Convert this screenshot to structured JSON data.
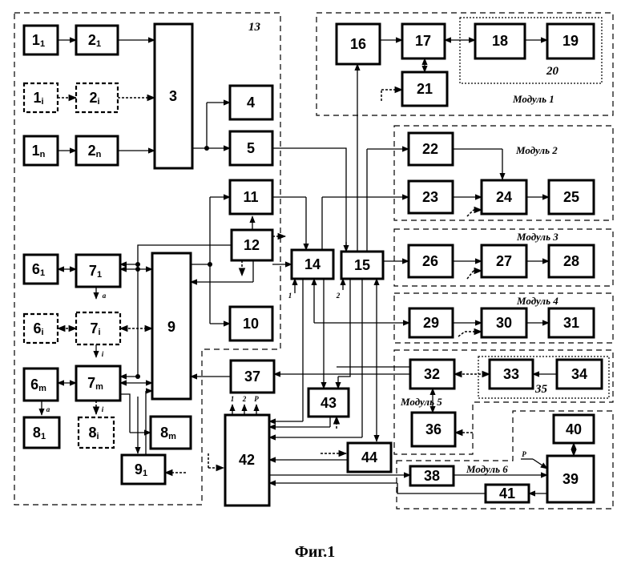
{
  "caption": "Фиг.1",
  "regions": {
    "r13": "13",
    "r20": "20",
    "r35": "35",
    "mod1": "Модуль 1",
    "mod2": "Модуль 2",
    "mod3": "Модуль 3",
    "mod4": "Модуль 4",
    "mod5": "Модуль 5",
    "mod6": "Модуль 6"
  },
  "blocks": {
    "b1_1": {
      "main": "1",
      "sub": "1"
    },
    "b2_1": {
      "main": "2",
      "sub": "1"
    },
    "b1_i": {
      "main": "1",
      "sub": "i"
    },
    "b2_i": {
      "main": "2",
      "sub": "i"
    },
    "b1_n": {
      "main": "1",
      "sub": "n"
    },
    "b2_n": {
      "main": "2",
      "sub": "n"
    },
    "b3": "3",
    "b4": "4",
    "b5": "5",
    "b6_1": {
      "main": "6",
      "sub": "1"
    },
    "b7_1": {
      "main": "7",
      "sub": "1"
    },
    "b6_i": {
      "main": "6",
      "sub": "i"
    },
    "b7_i": {
      "main": "7",
      "sub": "i"
    },
    "b6_m": {
      "main": "6",
      "sub": "m"
    },
    "b7_m": {
      "main": "7",
      "sub": "m"
    },
    "b8_1": {
      "main": "8",
      "sub": "1"
    },
    "b8_i": {
      "main": "8",
      "sub": "i"
    },
    "b8_m": {
      "main": "8",
      "sub": "m"
    },
    "b9": "9",
    "b9_1": {
      "main": "9",
      "sub": "1"
    },
    "b10": "10",
    "b11": "11",
    "b12": "12",
    "b14": "14",
    "b15": "15",
    "b16": "16",
    "b17": "17",
    "b18": "18",
    "b19": "19",
    "b21": "21",
    "b22": "22",
    "b23": "23",
    "b24": "24",
    "b25": "25",
    "b26": "26",
    "b27": "27",
    "b28": "28",
    "b29": "29",
    "b30": "30",
    "b31": "31",
    "b32": "32",
    "b33": "33",
    "b34": "34",
    "b36": "36",
    "b37": "37",
    "b38": "38",
    "b39": "39",
    "b40": "40",
    "b41": "41",
    "b42": "42",
    "b43": "43",
    "b44": "44"
  },
  "port_labels": {
    "a1": "a",
    "a2": "a",
    "i1": "i",
    "i2": "i",
    "p14": "1",
    "p15": "2",
    "o1": "1",
    "o2": "2",
    "op": "P",
    "p39": "P"
  }
}
